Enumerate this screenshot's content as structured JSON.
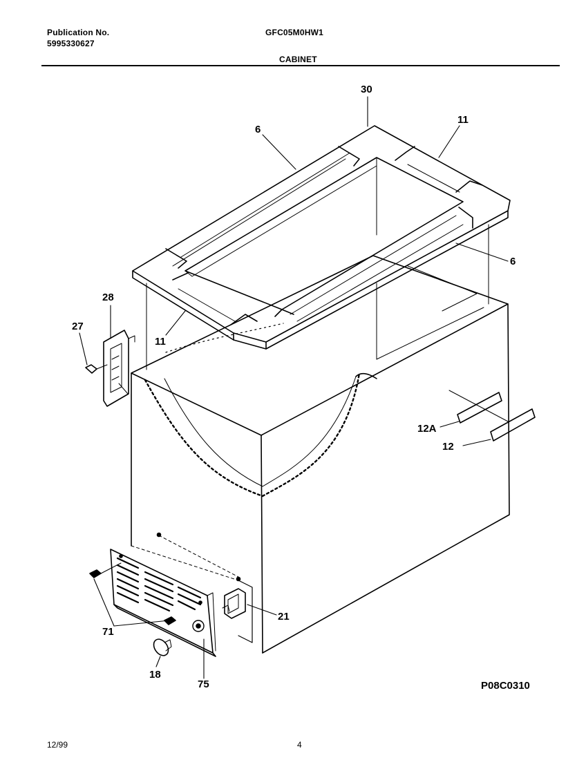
{
  "header": {
    "publication_label": "Publication No.",
    "publication_number": "5995330627",
    "model": "GFC05M0HW1",
    "section": "CABINET"
  },
  "callouts": {
    "p30": "30",
    "p11_top": "11",
    "p6_top": "6",
    "p6_right": "6",
    "p28": "28",
    "p27": "27",
    "p11_left": "11",
    "p12a": "12A",
    "p12": "12",
    "p21": "21",
    "p71": "71",
    "p18": "18",
    "p75": "75"
  },
  "diagram_code": "P08C0310",
  "footer": {
    "date": "12/99",
    "page": "4"
  }
}
